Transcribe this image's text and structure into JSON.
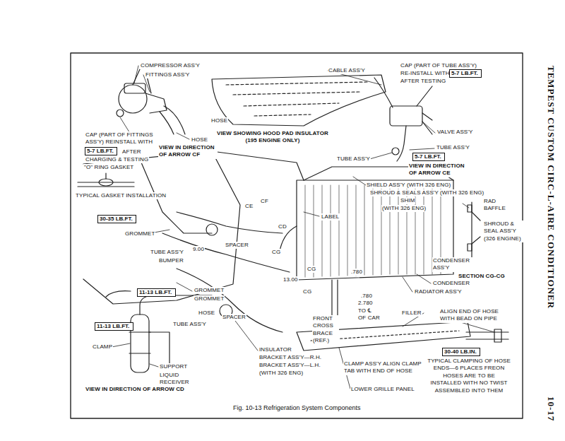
{
  "diagram": {
    "caption": "Fig. 10-13 Refrigeration System Components",
    "nodes": [
      {
        "text": [
          "5-7 LB.FT."
        ]
      },
      {
        "text": [
          "5-7 LB.FT."
        ]
      },
      {
        "text": [
          "5-7 LB.FT."
        ]
      },
      {
        "text": [
          "30-35 LB.FT."
        ]
      },
      {
        "text": [
          "11-13 LB.FT."
        ]
      },
      {
        "text": [
          "11-13 LB.FT."
        ]
      },
      {
        "text": [
          "30-40 LB.IN."
        ]
      }
    ],
    "labels": [
      "COMPRESSOR ASS'Y",
      "FITTINGS ASS'Y",
      "CAP (PART OF FITTINGS ASS'Y) REINSTALL WITH",
      "AFTER",
      "CHARGING & TESTING",
      "HOSE",
      "VIEW IN DIRECTION OF ARROW CF",
      "VIEW SHOWING HOOD PAD INSULATOR (195 ENGINE ONLY)",
      "HOSE",
      "CABLE ASS'Y",
      "CAP (PART OF TUBE ASS'Y)",
      "RE-INSTALL WITH",
      "AFTER TESTING",
      "VALVE ASS'Y",
      "TUBE ASS'Y",
      "TUBE ASS'Y",
      "VIEW IN DIRECTION OF ARROW CE",
      "\"O\" RING GASKET",
      "TYPICAL GASKET INSTALLATION",
      "CE",
      "CF",
      "LABEL",
      "CD",
      "SHIELD ASS'Y (WITH 326 ENG)",
      "SHROUD & SEALS ASS'Y (WITH 326 ENG)",
      "SHIM",
      "(WITH 326 ENG)",
      "RAD BAFFLE",
      "SHROUD & SEAL ASS'Y (326 ENGINE)",
      "CONDENSER ASS'Y",
      "SECTION CG-CG",
      "GROMMET",
      "SPACER",
      "TUBE ASS'Y",
      "9.00",
      "BUMPER",
      "CG",
      "CG",
      "CG",
      ".780",
      "13.00",
      ".780",
      "CONDENSER",
      "RADIATOR ASS'Y",
      "GROMMET",
      "GROMMET",
      "HOSE",
      "SPACER",
      "TUBE ASS'Y",
      "2.780",
      "TO ℄ OF CAR",
      "FILLER",
      "FRONT CROSS BRACE (REF.)",
      "ALIGN END OF HOSE WITH BEAD ON PIPE",
      "CLAMP",
      "SUPPORT",
      "LIQUID RECEIVER ASS'Y",
      "VIEW IN DIRECTION OF ARROW CD",
      "INSULATOR",
      "BRACKET ASS'Y—R.H.",
      "BRACKET ASS'Y—L.H.",
      "(WITH 326 ENG)",
      "CLAMP ASS'Y ALIGN CLAMP TAB WITH END OF HOSE",
      "LOWER GRILLE PANEL",
      "TYPICAL CLAMPING OF HOSE ENDS—6 PLACES FREON HOSES ARE TO BE INSTALLED WITH NO TWIST ASSEMBLED INTO THEM",
      "TEMPEST CUSTOM CIRC-L-AIRE CONDITIONER",
      "10-17"
    ]
  }
}
